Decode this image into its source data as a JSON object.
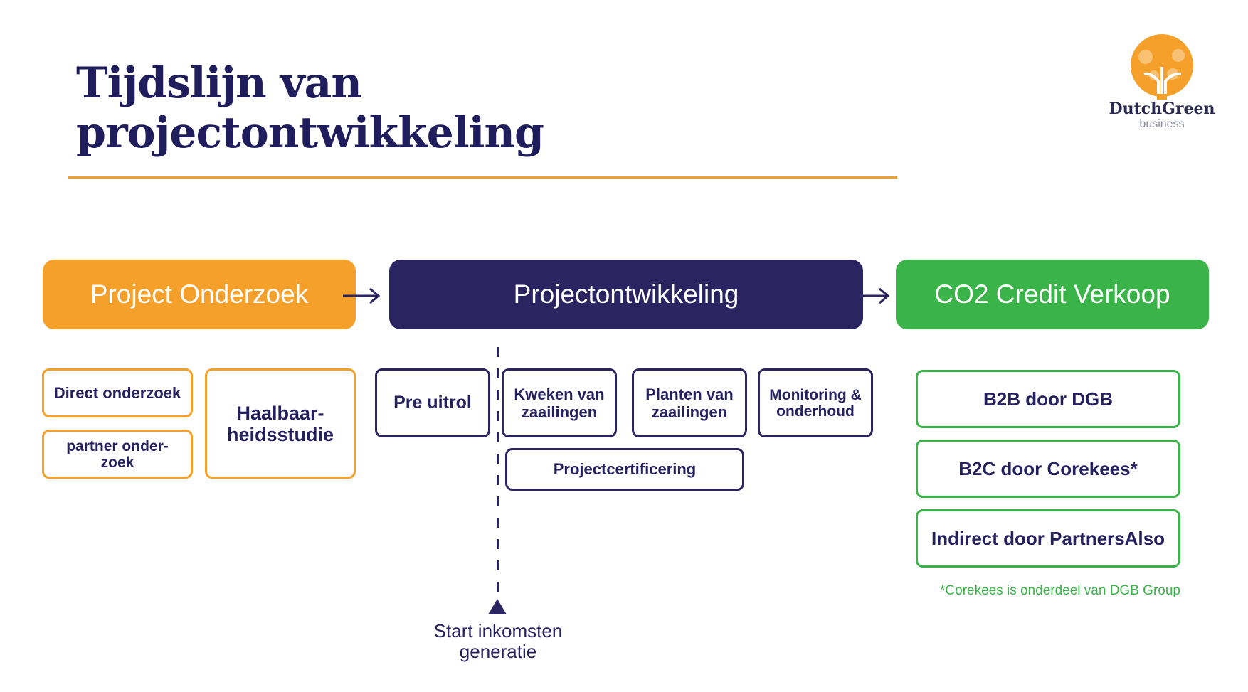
{
  "title": {
    "line1": "Tijdslijn van",
    "line2": "projectontwikkeling"
  },
  "logo": {
    "name": "DutchGreen",
    "sub": "business"
  },
  "phases": [
    {
      "label": "Project Onderzoek",
      "color": "#f5a02a"
    },
    {
      "label": "Projectontwikkeling",
      "color": "#2a2560"
    },
    {
      "label": "CO2 Credit Verkoop",
      "color": "#3ab449"
    }
  ],
  "research": {
    "direct": "Direct onderzoek",
    "partner": "partner onder-\nzoek",
    "feasibility": "Haalbaar-\nheidsstudie"
  },
  "development": {
    "pre": "Pre uitrol",
    "grow": "Kweken van\nzaailingen",
    "plant": "Planten van\nzaailingen",
    "monitor": "Monitoring &\nonderhoud",
    "cert": "Projectcertificering"
  },
  "milestone": "Start inkomsten\ngeneratie",
  "sales": [
    {
      "label": "B2B door DGB"
    },
    {
      "label": "B2C door Corekees*"
    },
    {
      "label": "Indirect door PartnersAlso"
    }
  ],
  "footnote": "*Corekees is onderdeel van DGB Group"
}
